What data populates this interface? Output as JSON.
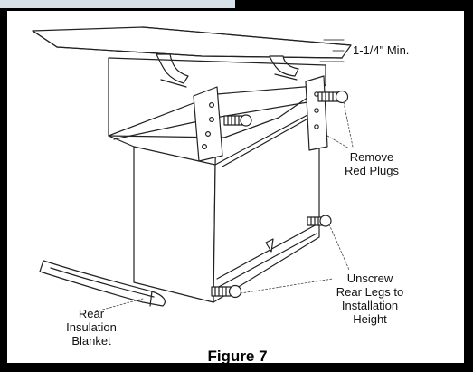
{
  "figure": {
    "caption": "Figure 7",
    "callouts": {
      "min_clearance": "1-1/4\" Min.",
      "remove_plugs": "Remove\nRed Plugs",
      "rear_legs": "Unscrew\nRear Legs to\nInstallation\nHeight",
      "insulation": "Rear\nInsulation\nBlanket"
    },
    "colors": {
      "frame": "#000000",
      "panel": "#ffffff",
      "line": "#222222",
      "tab": "#d8e0ea"
    }
  }
}
